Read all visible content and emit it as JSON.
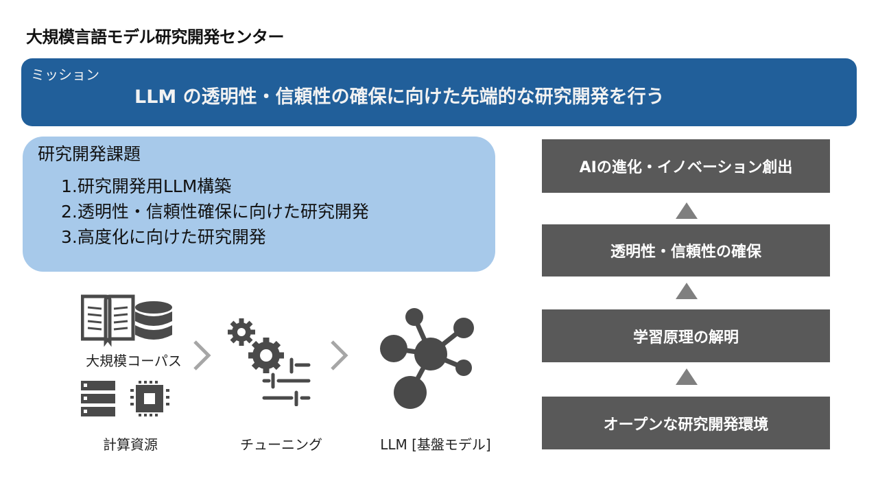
{
  "title": "大規模言語モデル研究開発センター",
  "mission": {
    "label": "ミッション",
    "text": "LLM の透明性・信頼性の確保に向けた先端的な研究開発を行う"
  },
  "tasks": {
    "heading": "研究開発課題",
    "items": [
      "1.研究開発用LLM構築",
      "2.透明性・信頼性確保に向けた研究開発",
      "3.高度化に向けた研究開発"
    ]
  },
  "pipeline": {
    "corpus": "大規模コーパス",
    "compute": "計算資源",
    "tuning": "チューニング",
    "llm": "LLM [基盤モデル]"
  },
  "stack": [
    "AIの進化・イノベーション創出",
    "透明性・信頼性の確保",
    "学習原理の解明",
    "オープンな研究開発環境"
  ],
  "colors": {
    "mission_bg": "#215f9a",
    "tasks_bg": "#a7c9ea",
    "box_bg": "#595959",
    "icon": "#4a4a4a"
  }
}
